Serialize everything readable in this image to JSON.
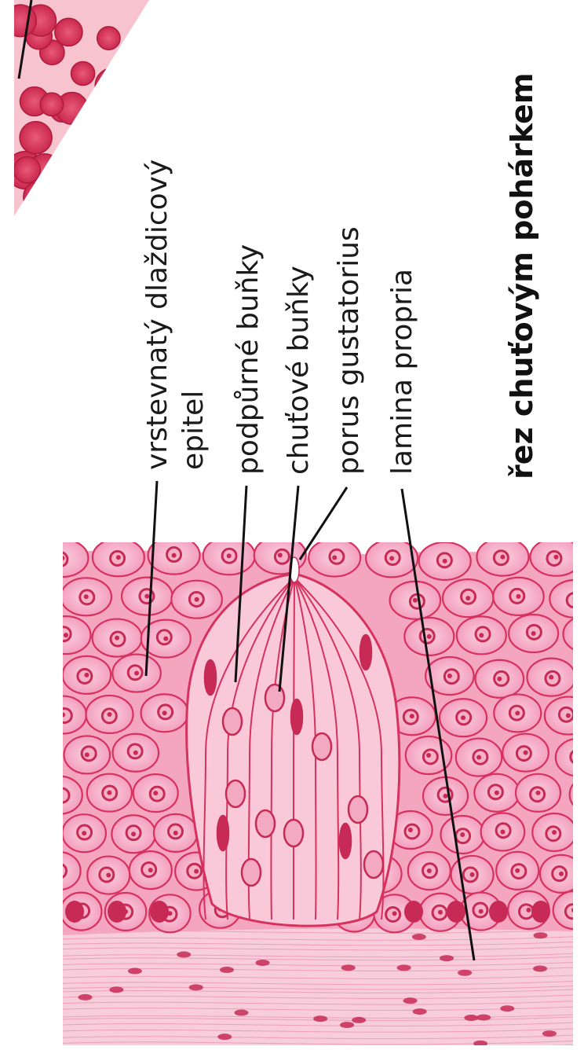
{
  "title": "řez chuťovým pohárkem",
  "labels": {
    "epithelium_line1": "vrstevnatý dlaždicový",
    "epithelium_line2": "epitel",
    "supporting_cells": "podpůrné buňky",
    "taste_cells": "chuťové buňky",
    "taste_pore": "porus gustatorius",
    "lamina_propria": "lamina propria"
  },
  "colors": {
    "epithelium_fill": "#f3a0bd",
    "cell_border": "#d6315f",
    "nucleus": "#c72a55",
    "bud_fill": "#f8c6d6",
    "lamina_fill": "#f6c9d8",
    "leader_line": "#111111"
  }
}
